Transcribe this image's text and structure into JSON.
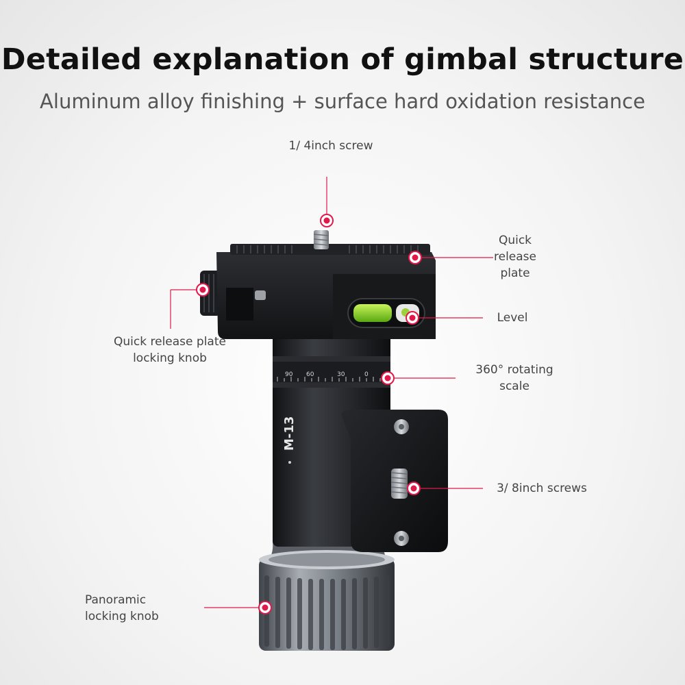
{
  "header": {
    "title": "Detailed explanation of gimbal structure",
    "subtitle": "Aluminum alloy finishing + surface hard oxidation resistance"
  },
  "callouts": {
    "screw_quarter": "1/ 4inch screw",
    "quick_release_plate": [
      "Quick",
      "release",
      "plate"
    ],
    "level": "Level",
    "locking_knob": [
      "Quick release plate",
      "locking knob"
    ],
    "rotating_scale": [
      "360° rotating",
      "scale"
    ],
    "screws_three_eighths": "3/ 8inch screws",
    "panoramic_knob": [
      "Panoramic",
      "locking knob"
    ]
  },
  "product": {
    "model": "M-13",
    "scale_ticks": [
      "90",
      "60",
      "30",
      "0"
    ]
  },
  "colors": {
    "accent": "#e0194a",
    "body": "#1d1f22",
    "metal": "#8a8f95"
  }
}
